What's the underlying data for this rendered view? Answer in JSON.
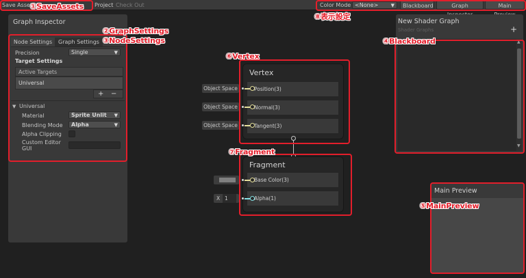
{
  "toolbar": {
    "save_assets": "Save Asset",
    "show_in_project": "Project",
    "check_out": "Check Out",
    "color_mode_label": "Color Mode",
    "color_mode_value": "<None>",
    "blackboard": "Blackboard",
    "graph_inspector": "Graph Inspector",
    "main_preview": "Main Preview"
  },
  "annotations": {
    "save_assets": "①SaveAssets",
    "graph_settings": "②GraphSettings",
    "node_settings": "③NodeSettings",
    "blackboard": "④Blackboard",
    "main_preview": "⑤MainPreview",
    "vertex": "⑥Vertex",
    "fragment": "⑦Fragment",
    "display_settings": "⑧表示設定"
  },
  "inspector": {
    "title": "Graph Inspector",
    "tabs": [
      "Node Settings",
      "Graph Settings"
    ],
    "precision_label": "Precision",
    "precision_value": "Single",
    "target_settings": "Target Settings",
    "active_targets": "Active Targets",
    "active_target_item": "Universal",
    "add": "+",
    "remove": "−",
    "universal_header": "Universal",
    "material_label": "Material",
    "material_value": "Sprite Unlit",
    "blending_label": "Blending Mode",
    "blending_value": "Alpha",
    "alpha_clip_label": "Alpha Clipping",
    "custom_gui_label": "Custom Editor",
    "custom_gui_label2": "GUI"
  },
  "vertex": {
    "title": "Vertex",
    "ports": [
      "Position(3)",
      "Normal(3)",
      "Tangent(3)"
    ],
    "inputs": [
      "Object Space",
      "Object Space",
      "Object Space"
    ]
  },
  "fragment": {
    "title": "Fragment",
    "ports": [
      "Base Color(3)",
      "Alpha(1)"
    ],
    "alpha_axis": "X",
    "alpha_value": "1"
  },
  "blackboard": {
    "title": "New Shader Graph",
    "subtitle": "Shader Graphs",
    "add": "+"
  },
  "main_preview": {
    "title": "Main Preview"
  },
  "colors": {
    "annotation": "#e41e2b",
    "vector_port": "#e6e09a",
    "float_port": "#84e4e7"
  }
}
